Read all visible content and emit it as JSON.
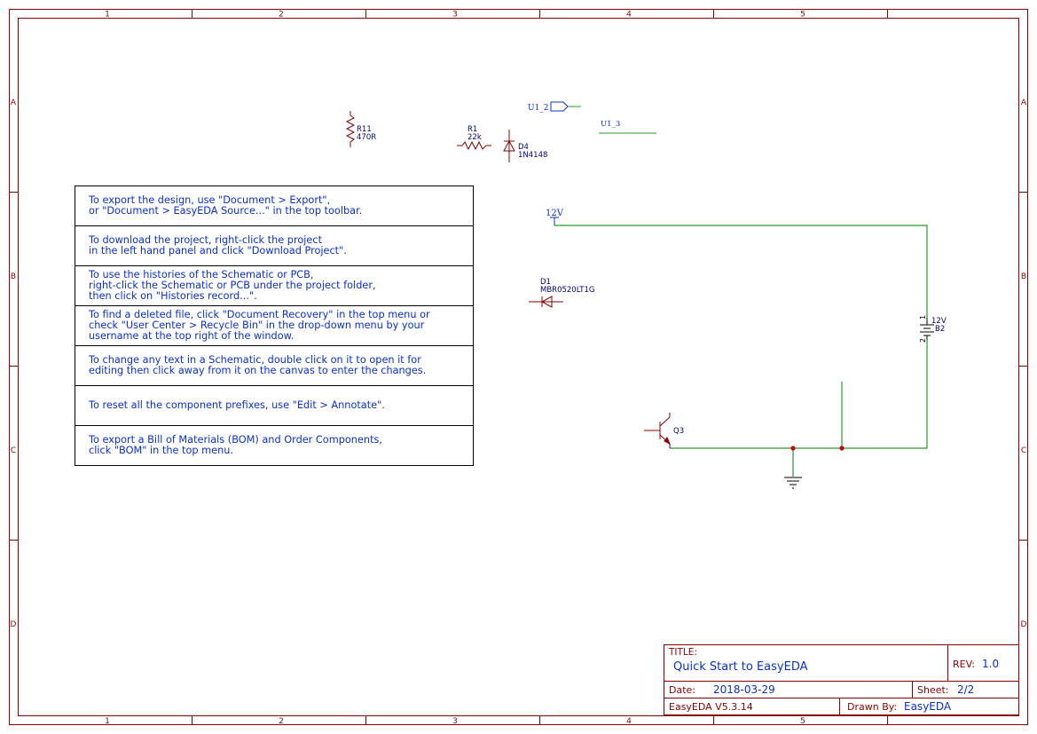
{
  "colors": {
    "frame": "#8b0000",
    "text_blue": "#0a2fd2",
    "wire": "#2a9a2a",
    "junction": "#cc0000"
  },
  "frame": {
    "columns": [
      "1",
      "2",
      "3",
      "4",
      "5"
    ],
    "rows": [
      "A",
      "B",
      "C",
      "D"
    ]
  },
  "components": {
    "r11": {
      "ref": "R11",
      "value": "470R"
    },
    "r1": {
      "ref": "R1",
      "value": "22k"
    },
    "d4": {
      "ref": "D4",
      "value": "1N4148"
    },
    "d1": {
      "ref": "D1",
      "value": "MBR0520LT1G"
    },
    "b2": {
      "value": "12V",
      "ref": "B2",
      "pin1": "1",
      "pin2": "2"
    },
    "q3": {
      "ref": "Q3"
    },
    "net_u1_2": "U1_2",
    "net_u1_3": "U1_3",
    "net_12v": "12V"
  },
  "notes": [
    "To export the design, use \"Document > Export\",\nor \"Document > EasyEDA Source...\" in the top toolbar.",
    "To download the project, right-click the project\n in the left hand panel and click \"Download Project\".",
    "To use the histories of the Schematic or PCB,\nright-click the Schematic or PCB under the project folder,\nthen click on \"Histories record...\".",
    "To find a deleted file, click \"Document Recovery\" in the top menu or\ncheck \"User Center > Recycle Bin\" in the drop-down menu by your\nusername at the top right of the window.",
    "To change any text in a Schematic, double click on it to open it for\nediting then click away from it on the canvas to enter the changes.",
    "To reset all the component prefixes, use \"Edit > Annotate\".",
    "To export a Bill of Materials (BOM) and Order Components,\nclick \"BOM\" in the top menu."
  ],
  "title_block": {
    "title_label": "TITLE:",
    "title": "Quick Start to EasyEDA",
    "rev_label": "REV:",
    "rev": "1.0",
    "date_label": "Date:",
    "date": "2018-03-29",
    "sheet_label": "Sheet:",
    "sheet": "2/2",
    "version": "EasyEDA V5.3.14",
    "drawn_by_label": "Drawn By:",
    "drawn_by": "EasyEDA"
  }
}
